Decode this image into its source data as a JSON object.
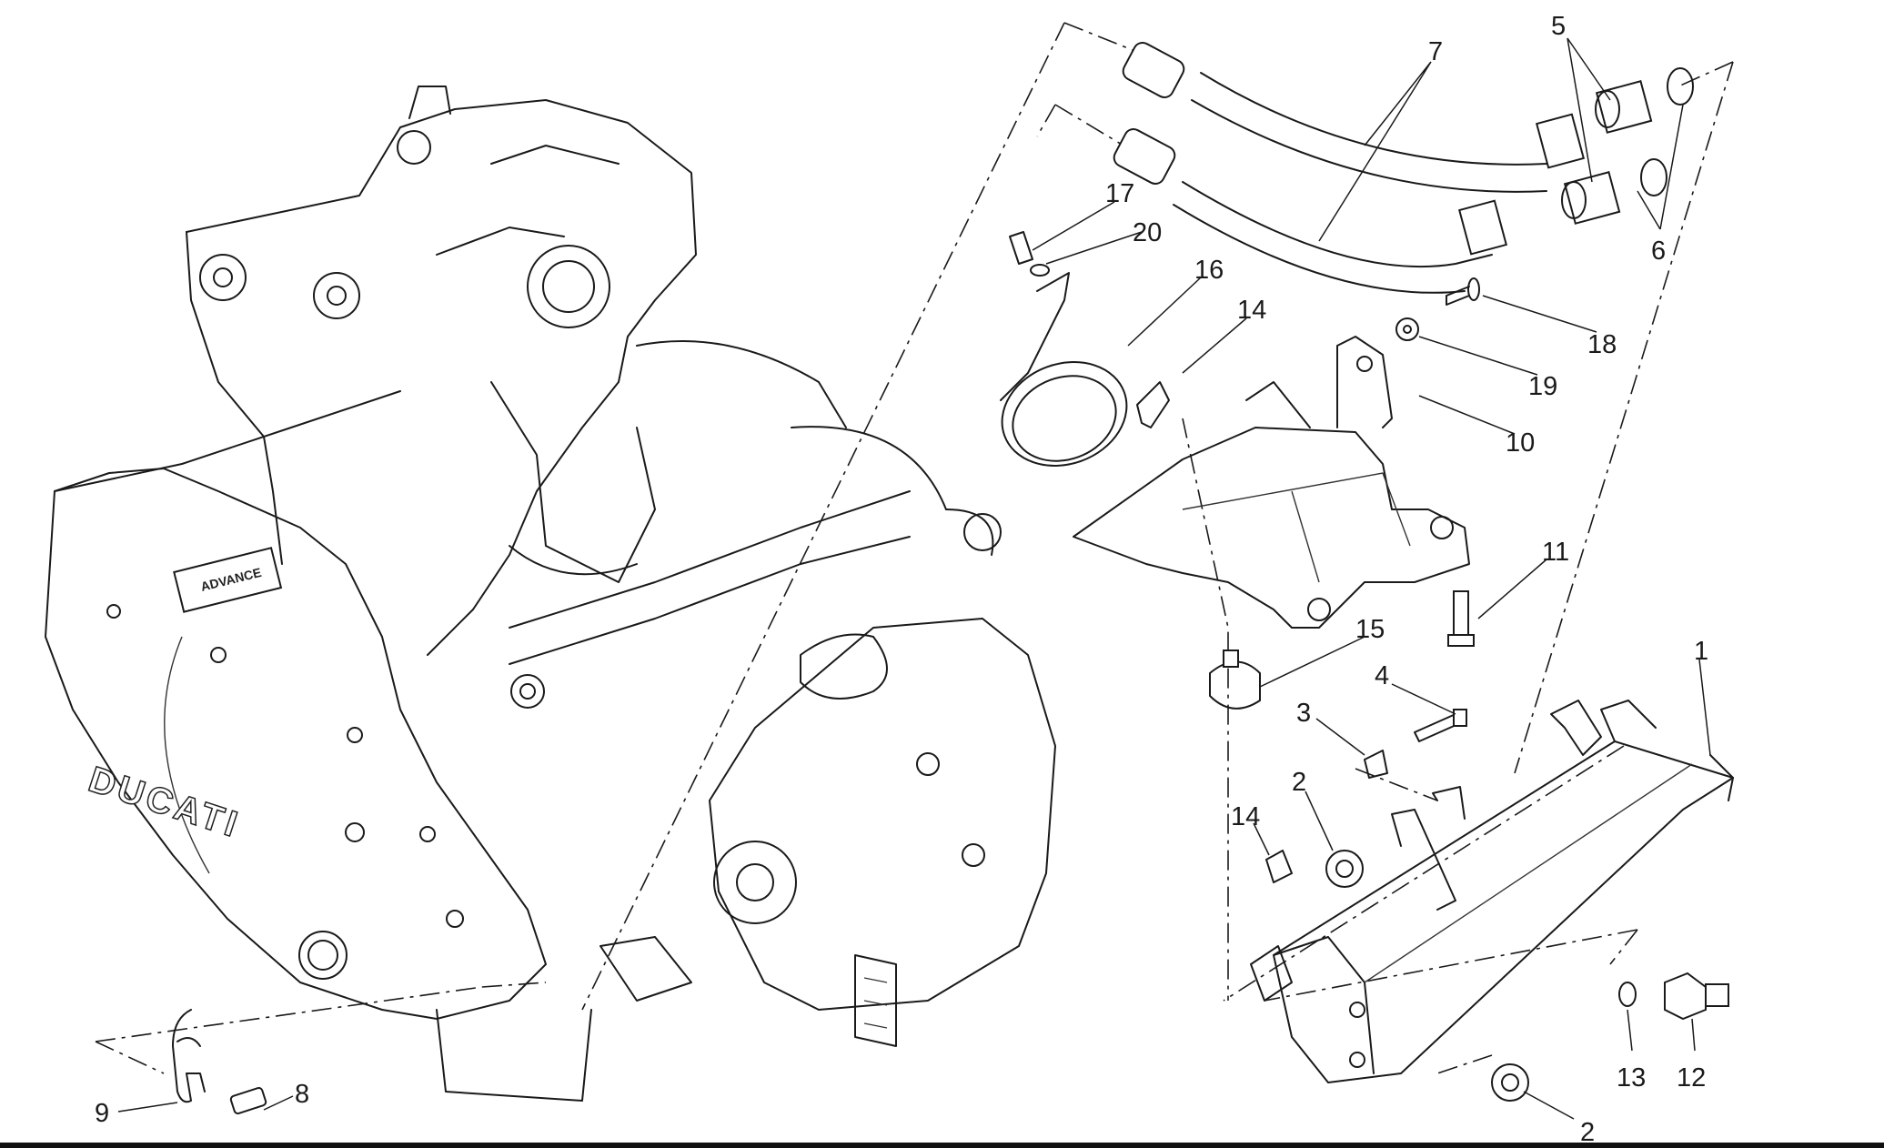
{
  "diagram": {
    "engine_brand": "DUCATI",
    "cover_plate_text": "ADVANCE",
    "callouts": [
      {
        "part": "7"
      },
      {
        "part": "5"
      },
      {
        "part": "6"
      },
      {
        "part": "17"
      },
      {
        "part": "20"
      },
      {
        "part": "16"
      },
      {
        "part": "14"
      },
      {
        "part": "18"
      },
      {
        "part": "19"
      },
      {
        "part": "10"
      },
      {
        "part": "11"
      },
      {
        "part": "15"
      },
      {
        "part": "1"
      },
      {
        "part": "4"
      },
      {
        "part": "3"
      },
      {
        "part": "2"
      },
      {
        "part": "14"
      },
      {
        "part": "13"
      },
      {
        "part": "12"
      },
      {
        "part": "2"
      },
      {
        "part": "9"
      },
      {
        "part": "8"
      }
    ]
  }
}
